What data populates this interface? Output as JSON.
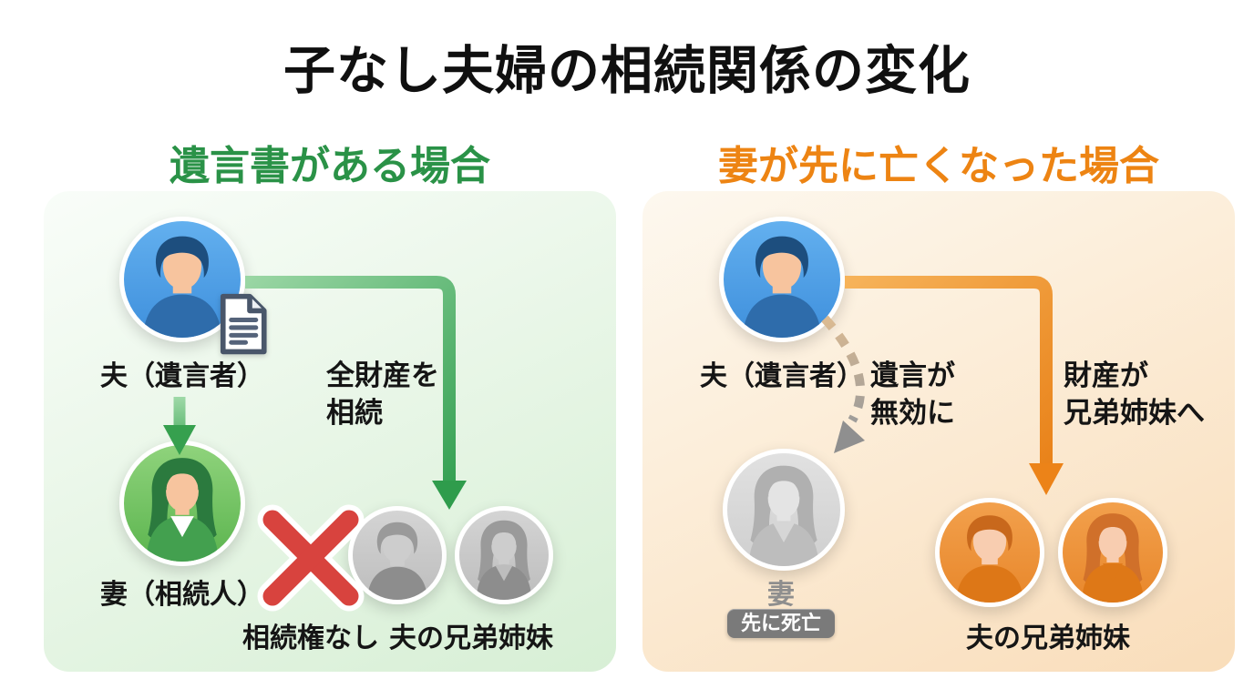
{
  "title": "子なし夫婦の相続関係の変化",
  "left": {
    "heading": "遺言書がある場合",
    "husband": "夫（遺言者）",
    "wife": "妻（相続人）",
    "inherit_line1": "全財産を",
    "inherit_line2": "相続",
    "no_rights": "相続権なし",
    "siblings": "夫の兄弟姉妹"
  },
  "right": {
    "heading": "妻が先に亡くなった場合",
    "husband": "夫（遺言者）",
    "invalid_line1": "遺言が",
    "invalid_line2": "無効に",
    "property_line1": "財産が",
    "property_line2": "兄弟姉妹へ",
    "wife": "妻",
    "wife_badge": "先に死亡",
    "siblings": "夫の兄弟姉妹"
  },
  "icons": {
    "document": "document-icon",
    "x_mark": "x-mark-icon",
    "inherit_arrow": "green-elbow-arrow",
    "spouse_arrow": "green-down-arrow",
    "siblings_arrow": "orange-elbow-arrow",
    "invalid_arrow": "dashed-invalid-arrow"
  },
  "colors": {
    "title_text": "#101010",
    "left_accent": "#2a9247",
    "right_accent": "#ed8413",
    "x_mark_red": "#d8433e",
    "left_panel_bg": "#d7efd5",
    "right_panel_bg": "#f9ddba",
    "badge_bg": "#7a7a7a",
    "husband_avatar_blue": "#4696e0",
    "wife_avatar_green": "#6cc25e",
    "siblings_gray": "#c7c7c7",
    "deceased_gray": "#d6d6d6",
    "siblings_orange": "#ee9133"
  }
}
